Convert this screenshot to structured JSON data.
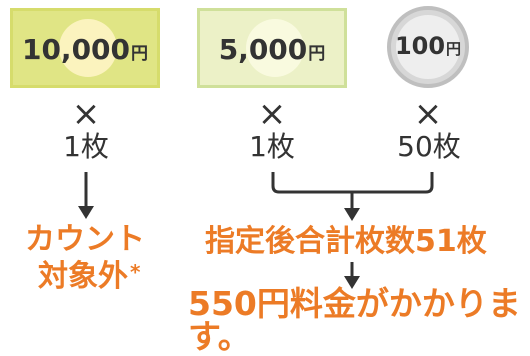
{
  "bills": [
    {
      "value": "10,000",
      "unit": "円",
      "multiplier": "×",
      "count": "1枚"
    },
    {
      "value": "5,000",
      "unit": "円",
      "multiplier": "×",
      "count": "1枚"
    }
  ],
  "coin": {
    "value": "100",
    "unit": "円",
    "multiplier": "×",
    "count": "50枚"
  },
  "excluded": {
    "line1": "カウント",
    "line2": "対象外",
    "asterisk": "*"
  },
  "total_label": "指定後合計枚数51枚",
  "fee_label": "550円料金がかかります。",
  "colors": {
    "accent": "#ec7b26",
    "bill_10000": "#e0e585",
    "bill_5000": "#ecf1c7",
    "coin": "#d7d7d7",
    "text": "#333333"
  }
}
